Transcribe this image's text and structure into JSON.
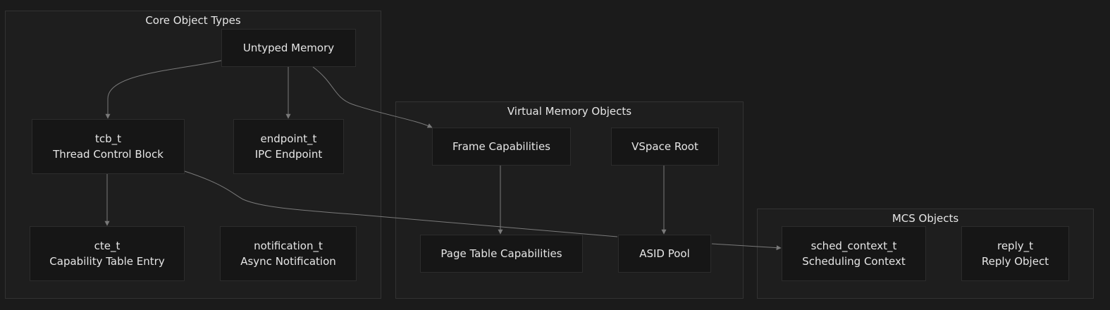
{
  "clusters": {
    "core": {
      "title": "Core Object Types"
    },
    "vm": {
      "title": "Virtual Memory Objects"
    },
    "mcs": {
      "title": "MCS Objects"
    }
  },
  "nodes": {
    "untyped": {
      "line1": "Untyped Memory"
    },
    "tcb": {
      "line1": "tcb_t",
      "line2": "Thread Control Block"
    },
    "endpoint": {
      "line1": "endpoint_t",
      "line2": "IPC Endpoint"
    },
    "cte": {
      "line1": "cte_t",
      "line2": "Capability Table Entry"
    },
    "notification": {
      "line1": "notification_t",
      "line2": "Async Notification"
    },
    "frame": {
      "line1": "Frame Capabilities"
    },
    "vspace": {
      "line1": "VSpace Root"
    },
    "pagetable": {
      "line1": "Page Table Capabilities"
    },
    "asid": {
      "line1": "ASID Pool"
    },
    "sched": {
      "line1": "sched_context_t",
      "line2": "Scheduling Context"
    },
    "reply": {
      "line1": "reply_t",
      "line2": "Reply Object"
    }
  },
  "edges": [
    {
      "from": "Untyped Memory",
      "to": "tcb_t"
    },
    {
      "from": "Untyped Memory",
      "to": "endpoint_t"
    },
    {
      "from": "Untyped Memory",
      "to": "Frame Capabilities"
    },
    {
      "from": "tcb_t",
      "to": "cte_t"
    },
    {
      "from": "tcb_t",
      "to": "ASID Pool"
    },
    {
      "from": "Frame Capabilities",
      "to": "Page Table Capabilities"
    },
    {
      "from": "VSpace Root",
      "to": "ASID Pool"
    },
    {
      "from": "ASID Pool",
      "to": "sched_context_t"
    }
  ],
  "colors": {
    "background": "#1b1b1b",
    "cluster_fill": "#1e1e1e",
    "cluster_border": "#333333",
    "node_fill": "#161616",
    "node_border": "#2c2c2c",
    "text": "#e6e6e6",
    "edge": "#7a7a7a"
  }
}
